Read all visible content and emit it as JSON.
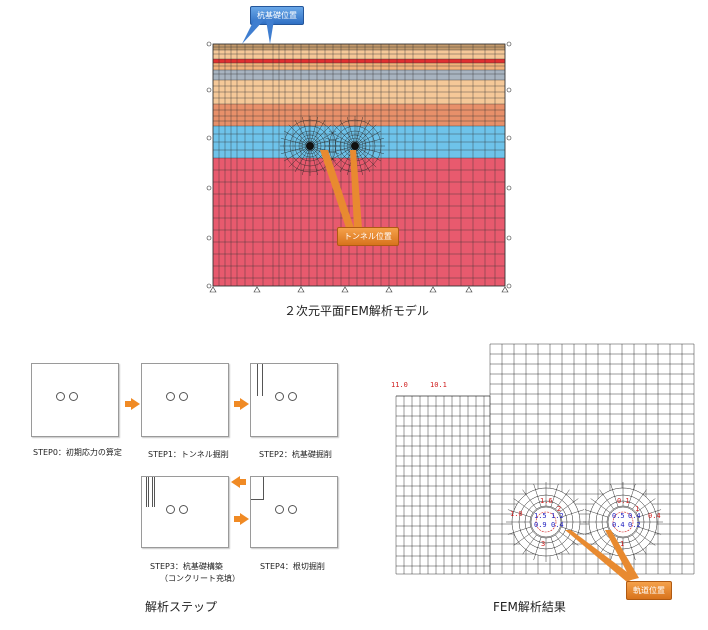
{
  "figure": {
    "model_caption": "２次元平面FEM解析モデル",
    "steps_caption": "解析ステップ",
    "result_caption": "FEM解析結果",
    "callouts": {
      "pile_position": "杭基礎位置",
      "tunnel_position": "トンネル位置",
      "track_position": "軌道位置"
    },
    "steps": [
      {
        "label": "STEP0：初期応力の算定"
      },
      {
        "label": "STEP1：トンネル掘削"
      },
      {
        "label": "STEP2：杭基礎掘削"
      },
      {
        "label": "STEP3：杭基礎構築"
      },
      {
        "label": "（コンクリート充填）"
      },
      {
        "label": "STEP4：根切掘削"
      }
    ],
    "result_values": {
      "top_left": "11.0",
      "top_mid": "10.1",
      "left_tunnel": [
        "1.6",
        "2",
        "1.5",
        "1.2",
        "0.9",
        "0.4",
        "1.0",
        "3"
      ],
      "right_tunnel": [
        "0.1",
        "1",
        "0.5",
        "0.4",
        "0.4",
        "0.2",
        "0.4",
        "1"
      ]
    },
    "colors": {
      "layer_top": "#c49a6c",
      "layer_red": "#e03030",
      "layer_peach": "#f5c898",
      "layer_grey": "#a8b4c0",
      "layer_orange": "#e8906a",
      "layer_blue": "#6ec3ea",
      "layer_pink": "#e85a6e",
      "arrow": "#f08a24"
    }
  }
}
